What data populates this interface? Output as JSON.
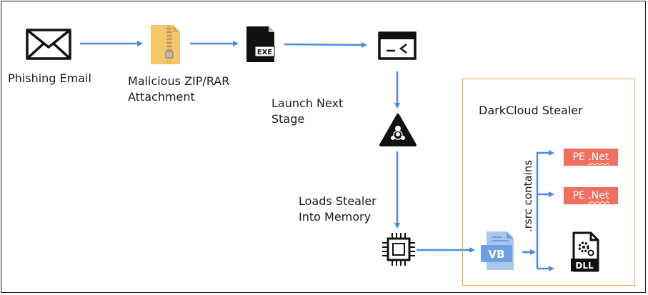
{
  "nodes": {
    "phishing_email": "Phishing Email",
    "attachment_line1": "Malicious ZIP/RAR",
    "attachment_line2": "Attachment",
    "launch_line1": "Launch Next",
    "launch_line2": "Stage",
    "loads_line1": "Loads Stealer",
    "loads_line2": "Into Memory",
    "exe_badge": "EXE",
    "vb_badge": "VB",
    "dll_badge": "DLL"
  },
  "stealer_box": {
    "title": "DarkCloud Stealer",
    "border_color": "#f2a04a"
  },
  "rsrc_label": ".rsrc contains",
  "pe_items": [
    {
      "prefix": "PE ",
      "suffix": ".Net"
    },
    {
      "prefix": "PE ",
      "suffix": ".Net"
    }
  ],
  "colors": {
    "arrow": "#4a8be0",
    "pe_fill": "#ef7060",
    "zip": "#f5c76b",
    "vb": "#6f9fe3"
  },
  "icons": [
    "envelope-icon",
    "zip-file-icon",
    "exe-file-icon",
    "terminal-icon",
    "biohazard-icon",
    "cpu-chip-icon",
    "vb-file-icon",
    "dll-file-icon"
  ]
}
